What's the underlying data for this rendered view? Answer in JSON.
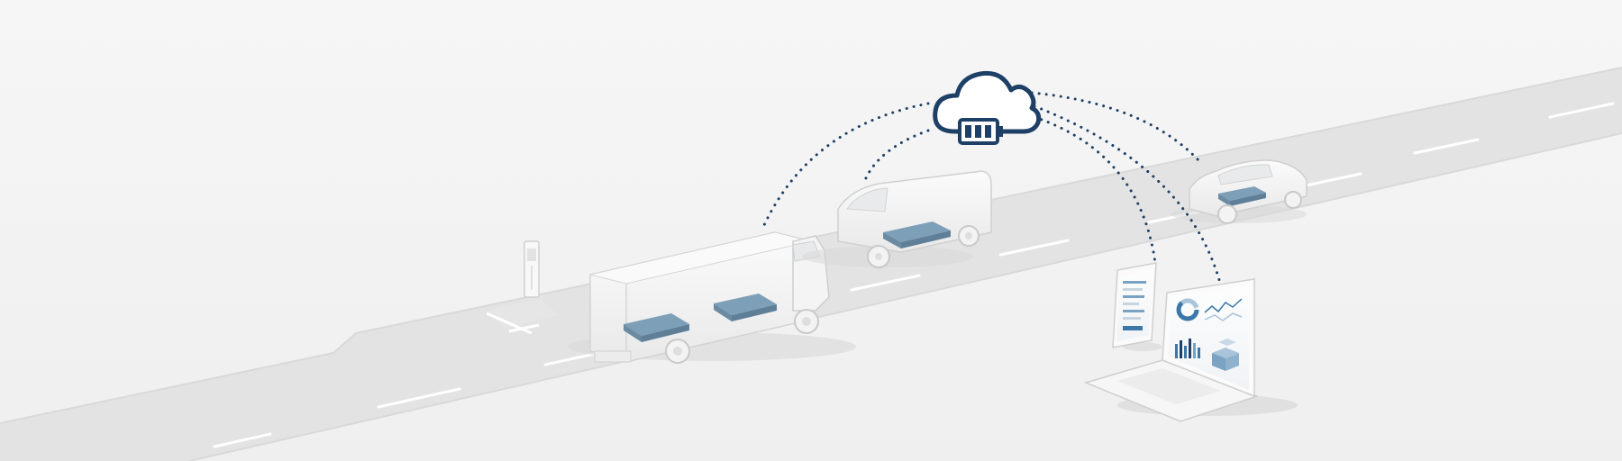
{
  "scene": {
    "description_free": true,
    "colors": {
      "background": "#f3f3f3",
      "road": "#e2e2e2",
      "road_edge": "#d6d6d6",
      "lane_marking": "#ffffff",
      "battery_pack": "#7e9fb8",
      "cloud_stroke": "#1e3f66",
      "connection_dots": "#1e3f66",
      "vehicle_body": "#f7f7f7",
      "vehicle_outline": "#d2d2d2"
    },
    "icons": [
      "cloud-battery-icon"
    ],
    "vehicles": [
      "electric-truck",
      "electric-van",
      "electric-car"
    ],
    "devices": [
      "smartphone-dashboard",
      "laptop-dashboard"
    ],
    "charging_station": "charging-post"
  }
}
